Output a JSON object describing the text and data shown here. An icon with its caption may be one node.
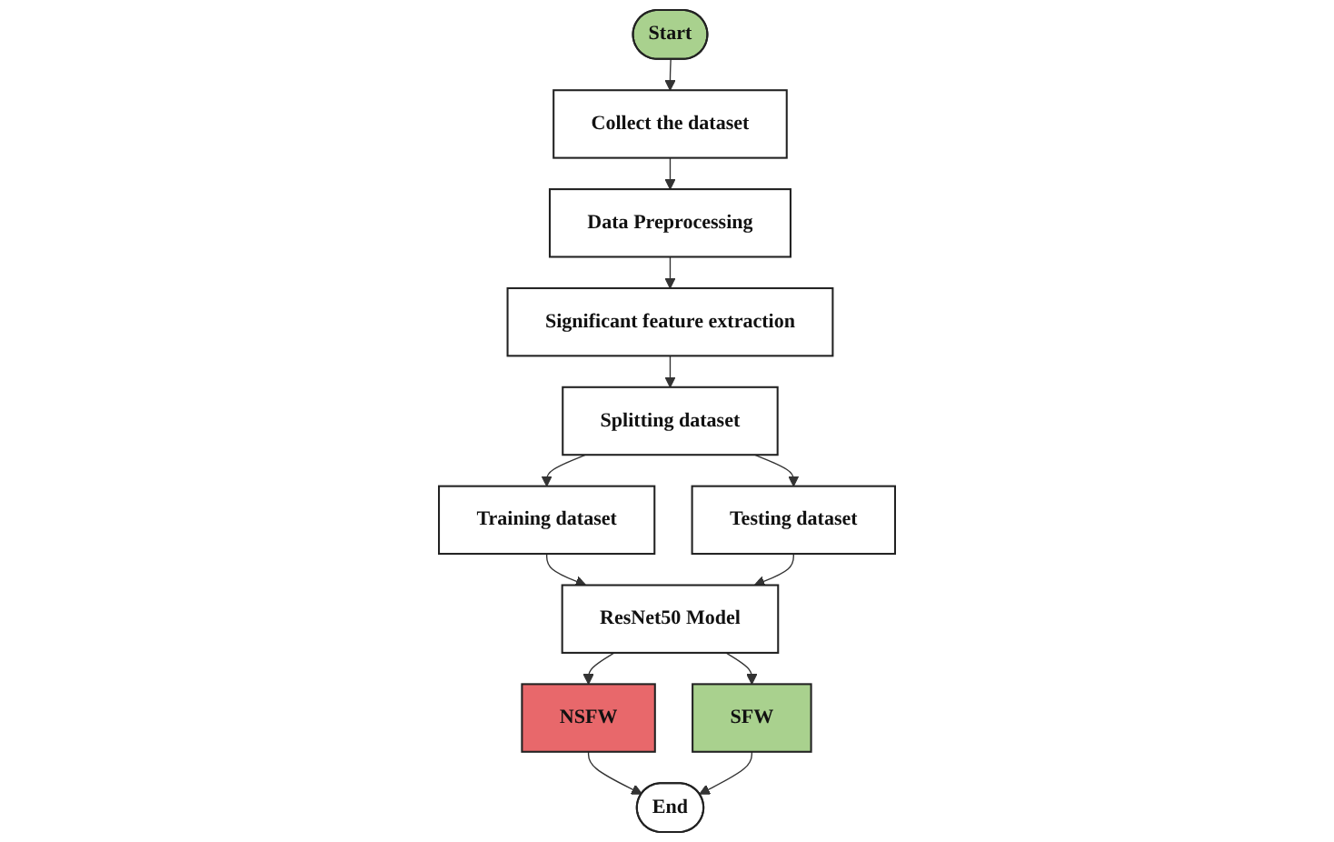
{
  "diagram": {
    "nodes": [
      {
        "text": [
          "Start"
        ]
      },
      {
        "text": [
          "Collect the dataset"
        ]
      },
      {
        "text": [
          "Data Preprocessing"
        ]
      },
      {
        "text": [
          "Significant feature extraction"
        ]
      },
      {
        "text": [
          "Splitting dataset"
        ]
      },
      {
        "text": [
          "Training dataset"
        ]
      },
      {
        "text": [
          "Testing dataset"
        ]
      },
      {
        "text": [
          "ResNet50 Model"
        ]
      },
      {
        "text": [
          "NSFW"
        ]
      },
      {
        "text": [
          "SFW"
        ]
      },
      {
        "text": [
          "End"
        ]
      }
    ],
    "edges": [
      {
        "from": 0,
        "to": 1,
        "arrow": "to"
      },
      {
        "from": 1,
        "to": 2,
        "arrow": "to"
      },
      {
        "from": 2,
        "to": 3,
        "arrow": "to"
      },
      {
        "from": 3,
        "to": 4,
        "arrow": "to"
      },
      {
        "from": 4,
        "to": 5,
        "arrow": "to"
      },
      {
        "from": 4,
        "to": 6,
        "arrow": "to"
      },
      {
        "from": 5,
        "to": 7,
        "arrow": "to"
      },
      {
        "from": 6,
        "to": 7,
        "arrow": "to"
      },
      {
        "from": 7,
        "to": 8,
        "arrow": "to"
      },
      {
        "from": 7,
        "to": 9,
        "arrow": "to"
      },
      {
        "from": 8,
        "to": 10,
        "arrow": "to"
      },
      {
        "from": 9,
        "to": 10,
        "arrow": "to"
      }
    ]
  }
}
